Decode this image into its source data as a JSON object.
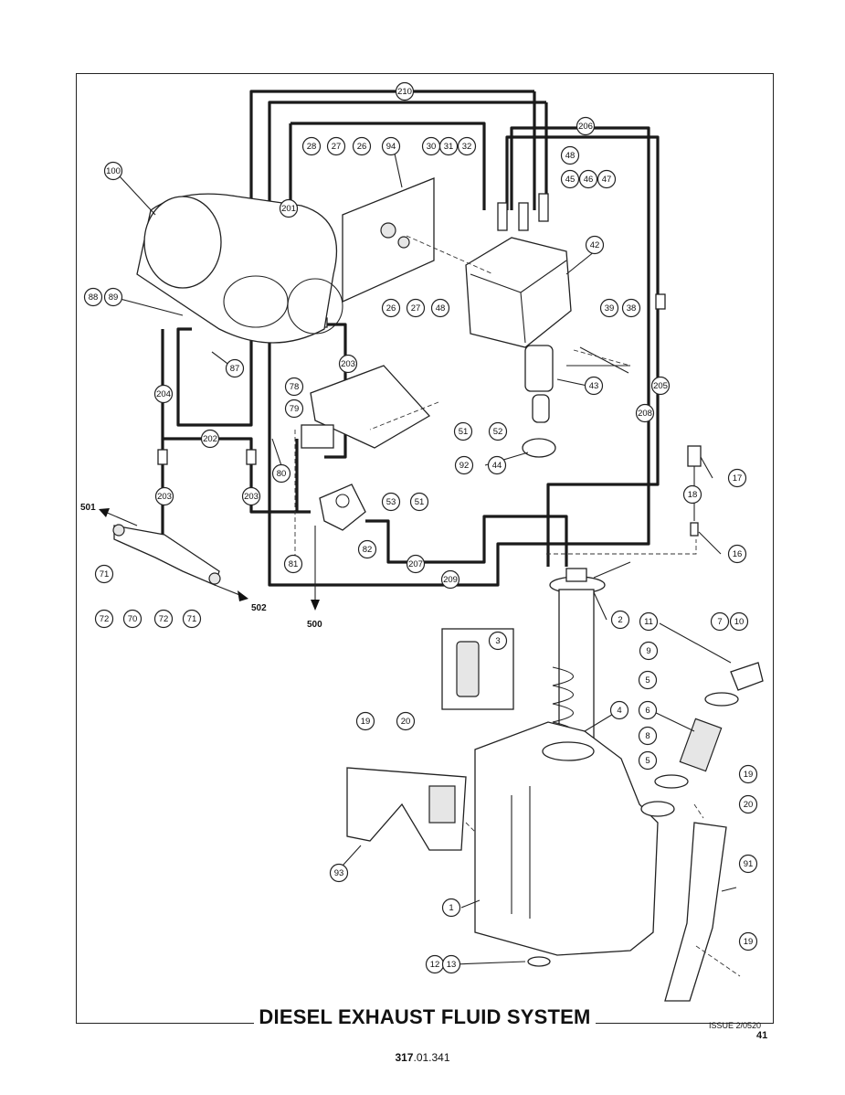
{
  "title": "DIESEL EXHAUST FLUID SYSTEM",
  "issue": "ISSUE 2/0520",
  "page_number": "41",
  "part_number": {
    "bold": "317",
    "rest": ".01.341"
  },
  "callouts": [
    "210",
    "206",
    "100",
    "28",
    "27",
    "26",
    "94",
    "30",
    "31",
    "32",
    "48",
    "45",
    "46",
    "47",
    "201",
    "42",
    "88",
    "89",
    "26",
    "27",
    "48",
    "39",
    "38",
    "87",
    "203",
    "78",
    "43",
    "205",
    "204",
    "79",
    "51",
    "52",
    "208",
    "202",
    "92",
    "44",
    "80",
    "17",
    "53",
    "51",
    "18",
    "203",
    "203",
    "16",
    "81",
    "82",
    "207",
    "209",
    "71",
    "72",
    "70",
    "72",
    "71",
    "2",
    "11",
    "7",
    "10",
    "3",
    "9",
    "5",
    "4",
    "6",
    "19",
    "20",
    "8",
    "5",
    "19",
    "20",
    "93",
    "91",
    "1",
    "12",
    "13",
    "19"
  ],
  "flow_labels": {
    "f501": "501",
    "f502": "502",
    "f500": "500"
  }
}
